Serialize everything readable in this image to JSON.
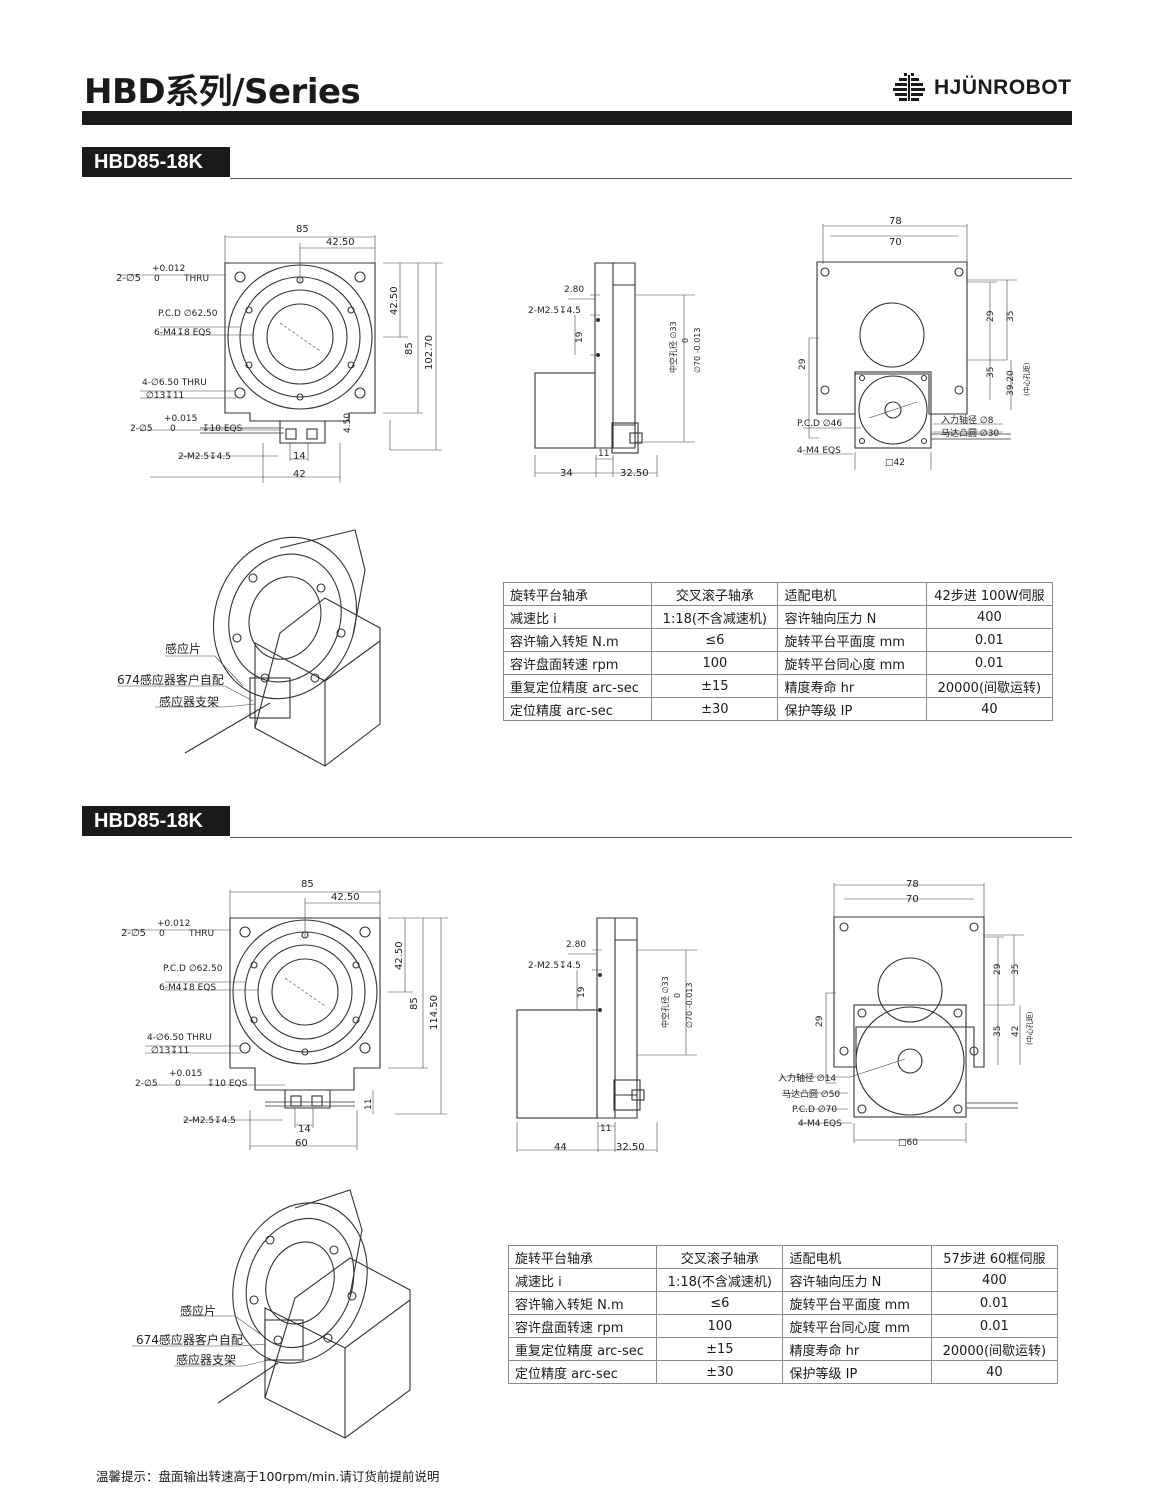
{
  "header": {
    "title": "HBD系列/Series",
    "logo_text": "HJÜNROBOT"
  },
  "sections": [
    {
      "label": "HBD85-18K",
      "front": {
        "w_total": "85",
        "w_half": "42.50",
        "holes": "2-∅5",
        "tol_top": "+0.012",
        "tol_bot": "0",
        "thru": "THRU",
        "pcd": "P.C.D ∅62.50",
        "m4": "6-M4↧8 EQS",
        "cb1": "4-∅6.50 THRU",
        "cb2": "∅13↧11",
        "h2": "2-∅5",
        "h2_tol_top": "+0.015",
        "h2_tol_bot": "0",
        "h2_depth": "↧10 EQS",
        "m25": "2-M2.5↧4.5",
        "d14": "14",
        "d42": "42",
        "v4250": "42.50",
        "v85": "85",
        "vtot": "102.70",
        "v450": "4.50"
      },
      "side": {
        "d280": "2.80",
        "m25": "2-M2.5↧4.5",
        "d19": "19",
        "hollow": "中空孔径 ∅33",
        "tol_top": "0",
        "tol_val": "∅70 -0.013",
        "d11": "11",
        "dl": "34",
        "dr": "32.50"
      },
      "back": {
        "w78": "78",
        "w70": "70",
        "v29": "29",
        "v35": "35",
        "v29l": "29",
        "v35b": "35",
        "vc": "39.20",
        "center": "(中心孔距)",
        "pcd": "P.C.D ∅46",
        "m4": "4-M4 EQS",
        "shaft": "入力轴径 ∅8",
        "boss": "马达凸圆 ∅30",
        "sq": "□42"
      },
      "iso": {
        "l1": "感应片",
        "l2": "674感应器客户自配",
        "l3": "感应器支架"
      },
      "table": [
        [
          "旋转平台轴承",
          "交叉滚子轴承",
          "适配电机",
          "42步进 100W伺服"
        ],
        [
          "减速比 i",
          "1:18(不含减速机)",
          "容许轴向压力 N",
          "400"
        ],
        [
          "容许输入转矩 N.m",
          "≤6",
          "旋转平台平面度 mm",
          "0.01"
        ],
        [
          "容许盘面转速 rpm",
          "100",
          "旋转平台同心度 mm",
          "0.01"
        ],
        [
          "重复定位精度 arc-sec",
          "±15",
          "精度寿命 hr",
          "20000(间歇运转)"
        ],
        [
          "定位精度 arc-sec",
          "±30",
          "保护等级 IP",
          "40"
        ]
      ]
    },
    {
      "label": "HBD85-18K",
      "front": {
        "w_total": "85",
        "w_half": "42.50",
        "holes": "2-∅5",
        "tol_top": "+0.012",
        "tol_bot": "0",
        "thru": "THRU",
        "pcd": "P.C.D ∅62.50",
        "m4": "6-M4↧8 EQS",
        "cb1": "4-∅6.50 THRU",
        "cb2": "∅13↧11",
        "h2": "2-∅5",
        "h2_tol_top": "+0.015",
        "h2_tol_bot": "0",
        "h2_depth": "↧10 EQS",
        "m25": "2-M2.5↧4.5",
        "d14": "14",
        "d42": "60",
        "v4250": "42.50",
        "v85": "85",
        "vtot": "114.50",
        "v450": "11"
      },
      "side": {
        "d280": "2.80",
        "m25": "2-M2.5↧4.5",
        "d19": "19",
        "hollow": "中空孔径 ∅33",
        "tol_top": "0",
        "tol_val": "∅70 -0.013",
        "d11": "11",
        "dl": "44",
        "dr": "32.50"
      },
      "back": {
        "w78": "78",
        "w70": "70",
        "v29": "29",
        "v35": "35",
        "v29l": "29",
        "v35b": "35",
        "vc": "42",
        "center": "(中心孔距)",
        "pcd": "P.C.D ∅70",
        "m4": "4-M4 EQS",
        "shaft": "入力轴径 ∅14",
        "boss": "马达凸圆 ∅50",
        "sq": "□60"
      },
      "iso": {
        "l1": "感应片",
        "l2": "674感应器客户自配",
        "l3": "感应器支架"
      },
      "table": [
        [
          "旋转平台轴承",
          "交叉滚子轴承",
          "适配电机",
          "57步进 60框伺服"
        ],
        [
          "减速比 i",
          "1:18(不含减速机)",
          "容许轴向压力 N",
          "400"
        ],
        [
          "容许输入转矩 N.m",
          "≤6",
          "旋转平台平面度 mm",
          "0.01"
        ],
        [
          "容许盘面转速 rpm",
          "100",
          "旋转平台同心度 mm",
          "0.01"
        ],
        [
          "重复定位精度 arc-sec",
          "±15",
          "精度寿命 hr",
          "20000(间歇运转)"
        ],
        [
          "定位精度 arc-sec",
          "±30",
          "保护等级 IP",
          "40"
        ]
      ]
    }
  ],
  "footer": {
    "note": "温馨提示：盘面输出转速高于100rpm/min.请订货前提前说明"
  }
}
